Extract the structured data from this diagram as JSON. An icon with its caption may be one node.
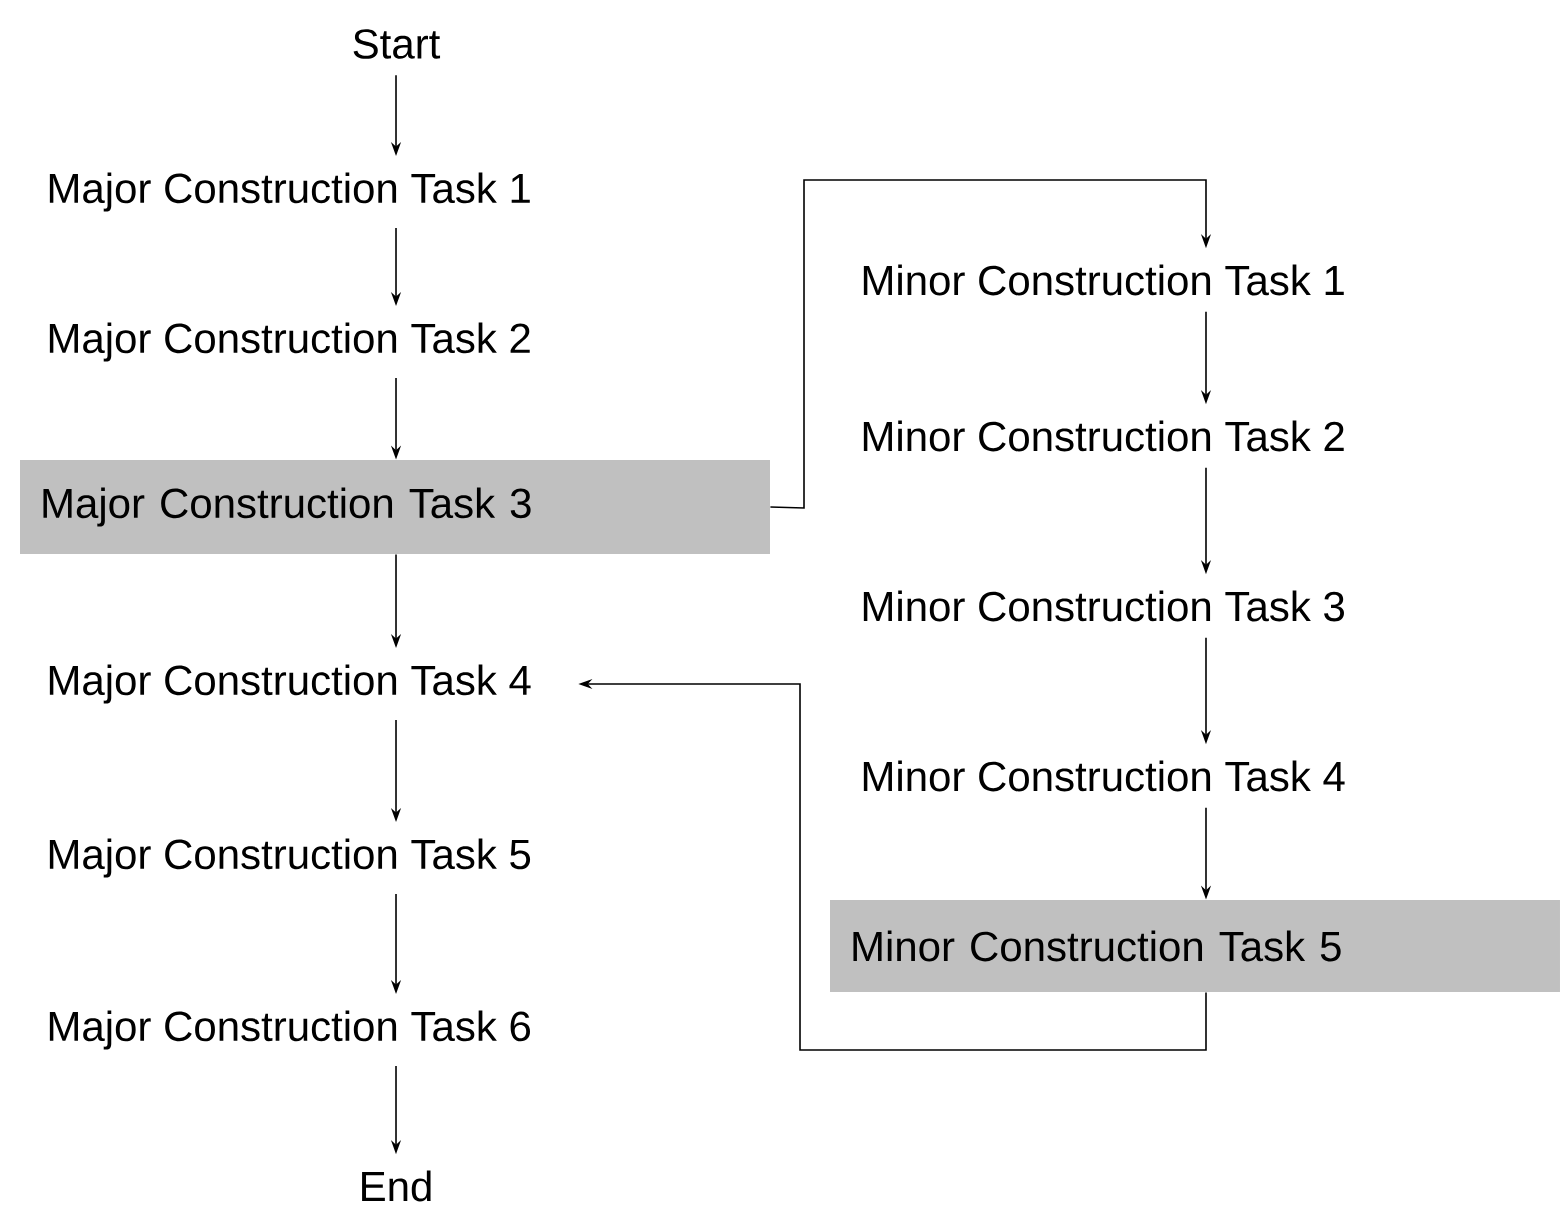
{
  "diagram": {
    "nodes": [
      {
        "text": [
          "Start"
        ]
      },
      {
        "text": [
          "Major Construction Task 1"
        ]
      },
      {
        "text": [
          "Major Construction Task 2"
        ]
      },
      {
        "text": [
          "Major Construction Task 3"
        ]
      },
      {
        "text": [
          "Major Construction Task 4"
        ]
      },
      {
        "text": [
          "Major Construction Task 5"
        ]
      },
      {
        "text": [
          "Major Construction Task 6"
        ]
      },
      {
        "text": [
          "End"
        ]
      },
      {
        "text": [
          "Minor Construction Task 1"
        ]
      },
      {
        "text": [
          "Minor Construction Task 2"
        ]
      },
      {
        "text": [
          "Minor Construction Task 3"
        ]
      },
      {
        "text": [
          "Minor Construction Task 4"
        ]
      },
      {
        "text": [
          "Minor Construction Task 5"
        ]
      }
    ],
    "edges": [
      {
        "from": 0,
        "to": 1,
        "arrow": "to"
      },
      {
        "from": 1,
        "to": 2,
        "arrow": "to"
      },
      {
        "from": 2,
        "to": 3,
        "arrow": "to"
      },
      {
        "from": 3,
        "to": 8,
        "arrow": "to"
      },
      {
        "from": 8,
        "to": 9,
        "arrow": "to"
      },
      {
        "from": 9,
        "to": 10,
        "arrow": "to"
      },
      {
        "from": 10,
        "to": 11,
        "arrow": "to"
      },
      {
        "from": 11,
        "to": 12,
        "arrow": "to"
      },
      {
        "from": 12,
        "to": 4,
        "arrow": "to"
      },
      {
        "from": 3,
        "to": 4,
        "arrow": "to"
      },
      {
        "from": 4,
        "to": 5,
        "arrow": "to"
      },
      {
        "from": 5,
        "to": 6,
        "arrow": "to"
      },
      {
        "from": 6,
        "to": 7,
        "arrow": "to"
      }
    ]
  }
}
